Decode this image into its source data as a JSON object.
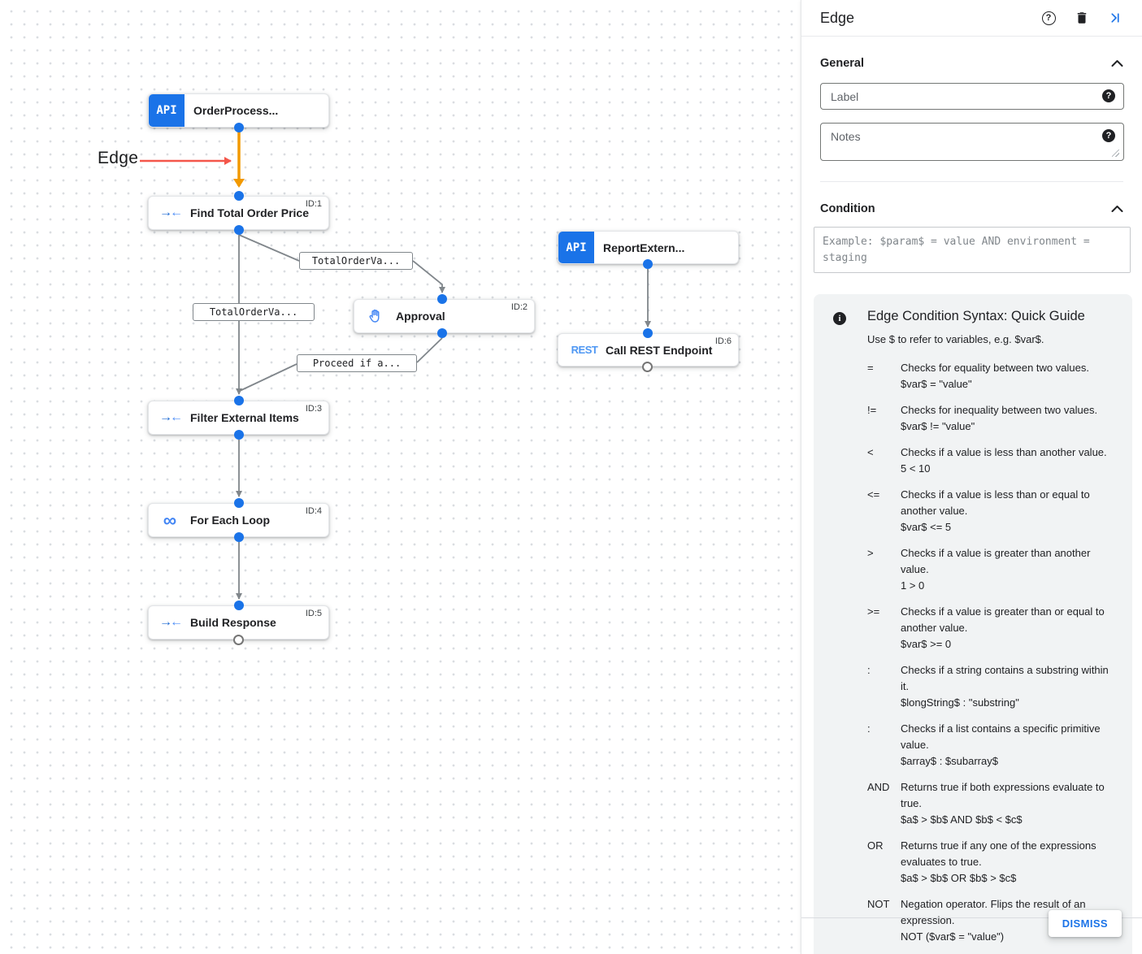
{
  "colors": {
    "accent_blue": "#1a73e8",
    "selected_edge_orange": "#f29900",
    "annotation_red": "#f4564a",
    "edge_gray": "#80868b",
    "guide_bg": "#f1f3f4"
  },
  "canvas": {
    "annotation_label": "Edge",
    "nodes": [
      {
        "title": "OrderProcess...",
        "badge": "API",
        "id_label": ""
      },
      {
        "title": "Find Total Order Price",
        "id_label": "ID:1"
      },
      {
        "title": "Approval",
        "id_label": "ID:2"
      },
      {
        "title": "ReportExtern...",
        "badge": "API",
        "id_label": ""
      },
      {
        "title": "Call REST Endpoint",
        "id_label": "ID:6",
        "icon_text": "REST"
      },
      {
        "title": "Filter External Items",
        "id_label": "ID:3"
      },
      {
        "title": "For Each Loop",
        "id_label": "ID:4",
        "icon_glyph": "∞"
      },
      {
        "title": "Build Response",
        "id_label": "ID:5"
      }
    ],
    "edge_labels": [
      "TotalOrderVa...",
      "TotalOrderVa...",
      "Proceed if a..."
    ]
  },
  "panel": {
    "title": "Edge",
    "general": {
      "heading": "General",
      "label_placeholder": "Label",
      "notes_placeholder": "Notes"
    },
    "condition": {
      "heading": "Condition",
      "placeholder": "Example: $param$ = value AND environment = staging"
    },
    "guide": {
      "title": "Edge Condition Syntax: Quick Guide",
      "intro": "Use $ to refer to variables, e.g. $var$.",
      "rows": [
        {
          "op": "=",
          "desc": "Checks for equality between two values.",
          "example": "$var$ = \"value\""
        },
        {
          "op": "!=",
          "desc": "Checks for inequality between two values.",
          "example": "$var$ != \"value\""
        },
        {
          "op": "<",
          "desc": "Checks if a value is less than another value.",
          "example": "5 < 10"
        },
        {
          "op": "<=",
          "desc": "Checks if a value is less than or equal to another value.",
          "example": "$var$ <= 5"
        },
        {
          "op": ">",
          "desc": "Checks if a value is greater than another value.",
          "example": "1 > 0"
        },
        {
          "op": ">=",
          "desc": "Checks if a value is greater than or equal to another value.",
          "example": "$var$ >= 0"
        },
        {
          "op": ":",
          "desc": "Checks if a string contains a substring within it.",
          "example": "$longString$ : \"substring\""
        },
        {
          "op": ":",
          "desc": "Checks if a list contains a specific primitive value.",
          "example": "$array$ : $subarray$"
        },
        {
          "op": "AND",
          "desc": "Returns true if both expressions evaluate to true.",
          "example": "$a$ > $b$ AND $b$ < $c$"
        },
        {
          "op": "OR",
          "desc": "Returns true if any one of the expressions evaluates to true.",
          "example": "$a$ > $b$ OR $b$ > $c$"
        },
        {
          "op": "NOT",
          "desc": "Negation operator. Flips the result of an expression.",
          "example": "NOT ($var$ = \"value\")"
        }
      ]
    },
    "dismiss_label": "DISMISS"
  }
}
